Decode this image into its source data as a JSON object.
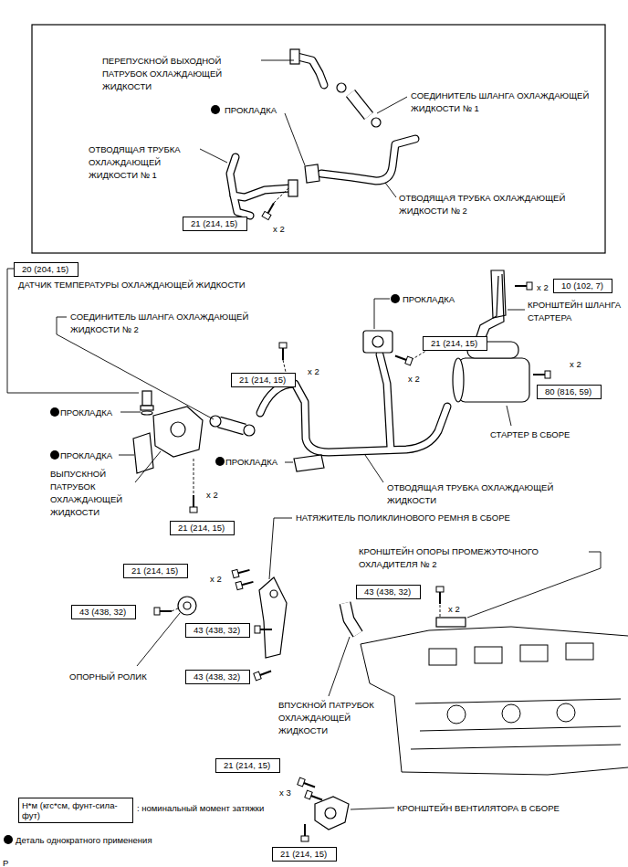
{
  "diagram": {
    "nodes": [
      {
        "text": [
          "21 (214, 15)"
        ]
      },
      {
        "text": [
          "20 (204, 15)"
        ]
      },
      {
        "text": [
          "10 (102, 7)"
        ]
      },
      {
        "text": [
          "21 (214, 15)"
        ]
      },
      {
        "text": [
          "21 (214, 15)"
        ]
      },
      {
        "text": [
          "80 (816, 59)"
        ]
      },
      {
        "text": [
          "21 (214, 15)"
        ]
      },
      {
        "text": [
          "21 (214, 15)"
        ]
      },
      {
        "text": [
          "43 (438, 32)"
        ]
      },
      {
        "text": [
          "43 (438, 32)"
        ]
      },
      {
        "text": [
          "43 (438, 32)"
        ]
      },
      {
        "text": [
          "43 (438, 32)"
        ]
      },
      {
        "text": [
          "21 (214, 15)"
        ]
      },
      {
        "text": [
          "Н*м (кгс*см, фунт-сила-фут)"
        ]
      },
      {
        "text": [
          "21 (214, 15)"
        ]
      }
    ],
    "labels": [
      "ПЕРЕПУСКНОЙ ВЫХОДНОЙ ПАТРУБОК ОХЛАЖДАЮЩЕЙ ЖИДКОСТИ",
      "ПРОКЛАДКА",
      "СОЕДИНИТЕЛЬ ШЛАНГА ОХЛАЖДАЮЩЕЙ ЖИДКОСТИ № 1",
      "ОТВОДЯЩАЯ ТРУБКА ОХЛАЖДАЮЩЕЙ ЖИДКОСТИ № 1",
      "ОТВОДЯЩАЯ ТРУБКА ОХЛАЖДАЮЩЕЙ ЖИДКОСТИ № 2",
      "x 2",
      "ДАТЧИК ТЕМПЕРАТУРЫ ОХЛАЖДАЮЩЕЙ ЖИДКОСТИ",
      "ПРОКЛАДКА",
      "КРОНШТЕЙН ШЛАНГА СТАРТЕРА",
      "x 2",
      "СОЕДИНИТЕЛЬ ШЛАНГА ОХЛАЖДАЮЩЕЙ ЖИДКОСТИ № 2",
      "x 2",
      "x 2",
      "x 2",
      "ПРОКЛАДКА",
      "ПРОКЛАДКА",
      "ПРОКЛАДКА",
      "СТАРТЕР В СБОРЕ",
      "ВЫПУСКНОЙ ПАТРУБОК ОХЛАЖДАЮЩЕЙ ЖИДКОСТИ",
      "ОТВОДЯЩАЯ ТРУБКА ОХЛАЖДАЮЩЕЙ ЖИДКОСТИ",
      "x 2",
      "НАТЯЖИТЕЛЬ ПОЛИКЛИНОВОГО РЕМНЯ В СБОРЕ",
      "КРОНШТЕЙН ОПОРЫ ПРОМЕЖУТОЧНОГО ОХЛАДИТЕЛЯ № 2",
      "x 2",
      "x 2",
      "ОПОРНЫЙ РОЛИК",
      "ВПУСКНОЙ ПАТРУБОК ОХЛАЖДАЮЩЕЙ ЖИДКОСТИ",
      "x 3",
      "КРОНШТЕЙН ВЕНТИЛЯТОРА В СБОРЕ",
      "P"
    ],
    "legend": [
      {
        "text": ": номинальный момент затяжки"
      },
      {
        "text": "Деталь однократного применения"
      }
    ]
  }
}
